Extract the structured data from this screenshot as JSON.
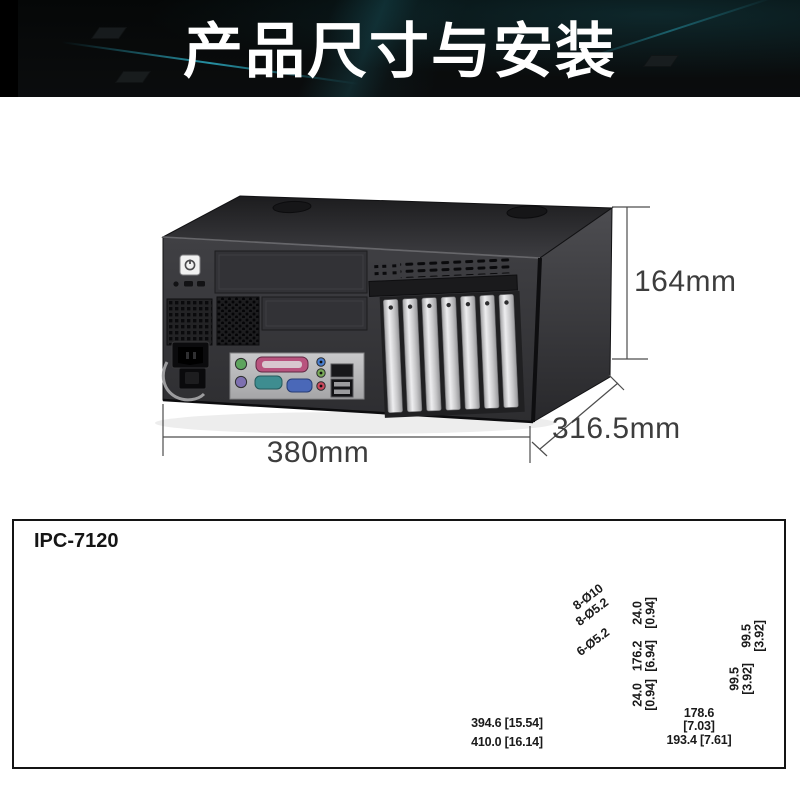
{
  "header": {
    "title": "产品尺寸与安装"
  },
  "photo": {
    "height_label": "164mm",
    "width_label": "380mm",
    "depth_label": "316.5mm"
  },
  "diagram": {
    "model": "IPC-7120",
    "bottom_view": {
      "callout_top": "8-Ø10",
      "callout_mid": "8-Ø5.2",
      "callout_low": "6-Ø5.2",
      "dim_inner": "394.6 [15.54]",
      "dim_outer": "410.0 [16.14]"
    },
    "side_view": {
      "left_dims": [
        {
          "mm": "24.0",
          "inch": "[0.94]"
        },
        {
          "mm": "176.2",
          "inch": "[6.94]"
        },
        {
          "mm": "24.0",
          "inch": "[0.94]"
        }
      ],
      "right_dims": [
        {
          "mm": "99.5",
          "inch": "[3.92]"
        },
        {
          "mm": "99.5",
          "inch": "[3.92]"
        }
      ],
      "width_mm": "178.6",
      "width_inch": "[7.03]",
      "overall": "193.4 [7.61]"
    }
  },
  "colors": {
    "header_bg": "#070a0b",
    "header_accent": "#2b97a8",
    "title_color": "#ffffff",
    "chassis_front": "#3b3b3f",
    "slot_silver": "#d9d9db",
    "io_shield": "#b6b6b8",
    "drawing_fill": "#ebe3cb",
    "line_color": "#1a1a1a",
    "dim_text": "#3d3d3d"
  }
}
